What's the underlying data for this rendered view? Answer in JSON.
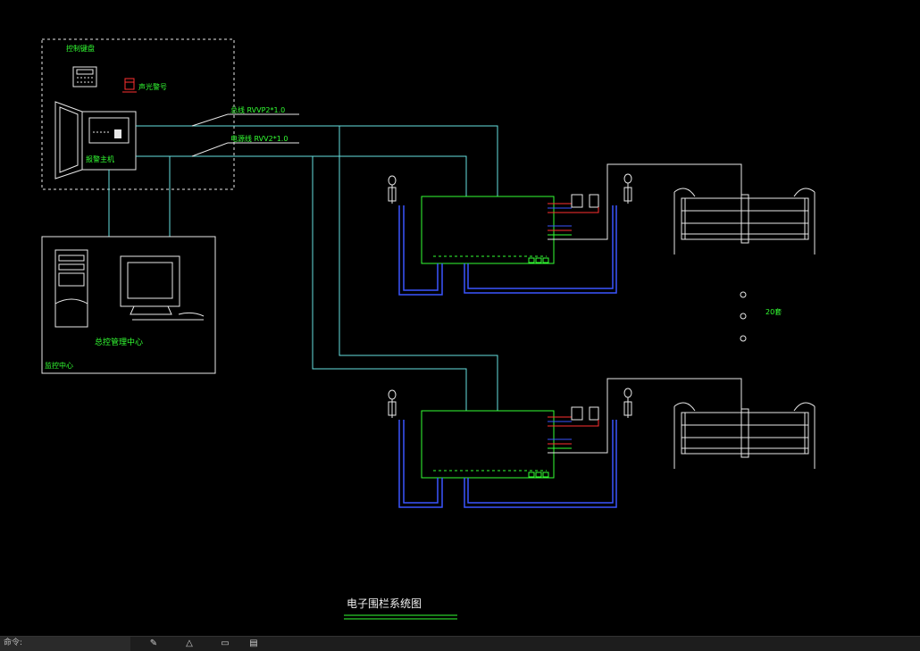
{
  "drawing": {
    "title": "电子围栏系统图",
    "control_keyboard_label": "控制键盘",
    "strobe_label": "声光警号",
    "alarm_host_label": "报警主机",
    "cable_label_1": "总线 RVVP2*1.0",
    "cable_label_2": "电源线 RVV2*1.0",
    "center_label": "总控管理中心",
    "monitor_room_label": "监控中心",
    "zone_count_label": "20套"
  },
  "status_bar": {
    "command_text": "命令:"
  },
  "colors": {
    "background": "#000000",
    "green": "#33ff33",
    "cyan": "#66e0e0",
    "blue": "#3a55ff",
    "white": "#e8e8e8",
    "red": "#ff3030"
  }
}
